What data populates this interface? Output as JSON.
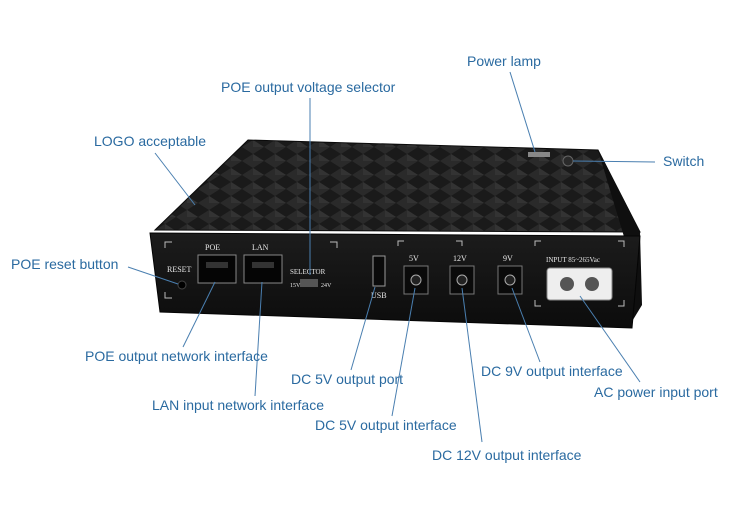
{
  "callouts": {
    "power_lamp": "Power lamp",
    "poe_selector": "POE output voltage selector",
    "logo": "LOGO acceptable",
    "switch": "Switch",
    "poe_reset": "POE reset button",
    "poe_output": "POE output network interface",
    "dc5v_port": "DC 5V output port",
    "lan_input": "LAN input network interface",
    "dc5v_interface": "DC 5V output interface",
    "dc12v": "DC 12V output interface",
    "dc9v": "DC 9V output interface",
    "ac_input": "AC power input port"
  },
  "panel": {
    "reset": "RESET",
    "poe": "POE",
    "lan": "LAN",
    "selector": "SELECTOR",
    "v15": "15V",
    "v24": "24V",
    "usb": "USB",
    "v5": "5V",
    "v12": "12V",
    "v9": "9V",
    "input": "INPUT 85~265Vac"
  },
  "colors": {
    "label": "#2a6aa0",
    "leader": "#4a7fb0",
    "device": "#161616",
    "panel_text": "#e8e8e8"
  }
}
